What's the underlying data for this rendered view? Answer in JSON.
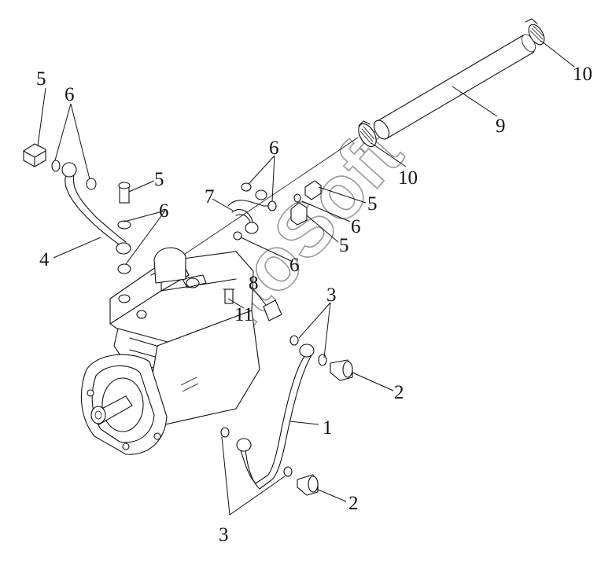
{
  "watermark": "AutoSoft",
  "callouts": [
    {
      "id": "c1",
      "label": "1"
    },
    {
      "id": "c2a",
      "label": "2"
    },
    {
      "id": "c2b",
      "label": "2"
    },
    {
      "id": "c3a",
      "label": "3"
    },
    {
      "id": "c3b",
      "label": "3"
    },
    {
      "id": "c4",
      "label": "4"
    },
    {
      "id": "c5a",
      "label": "5"
    },
    {
      "id": "c5b",
      "label": "5"
    },
    {
      "id": "c5c",
      "label": "5"
    },
    {
      "id": "c5d",
      "label": "5"
    },
    {
      "id": "c6a",
      "label": "6"
    },
    {
      "id": "c6b",
      "label": "6"
    },
    {
      "id": "c6c",
      "label": "6"
    },
    {
      "id": "c6d",
      "label": "6"
    },
    {
      "id": "c6e",
      "label": "6"
    },
    {
      "id": "c7",
      "label": "7"
    },
    {
      "id": "c8",
      "label": "8"
    },
    {
      "id": "c9",
      "label": "9"
    },
    {
      "id": "c10a",
      "label": "10"
    },
    {
      "id": "c10b",
      "label": "10"
    },
    {
      "id": "c11",
      "label": "11"
    }
  ]
}
